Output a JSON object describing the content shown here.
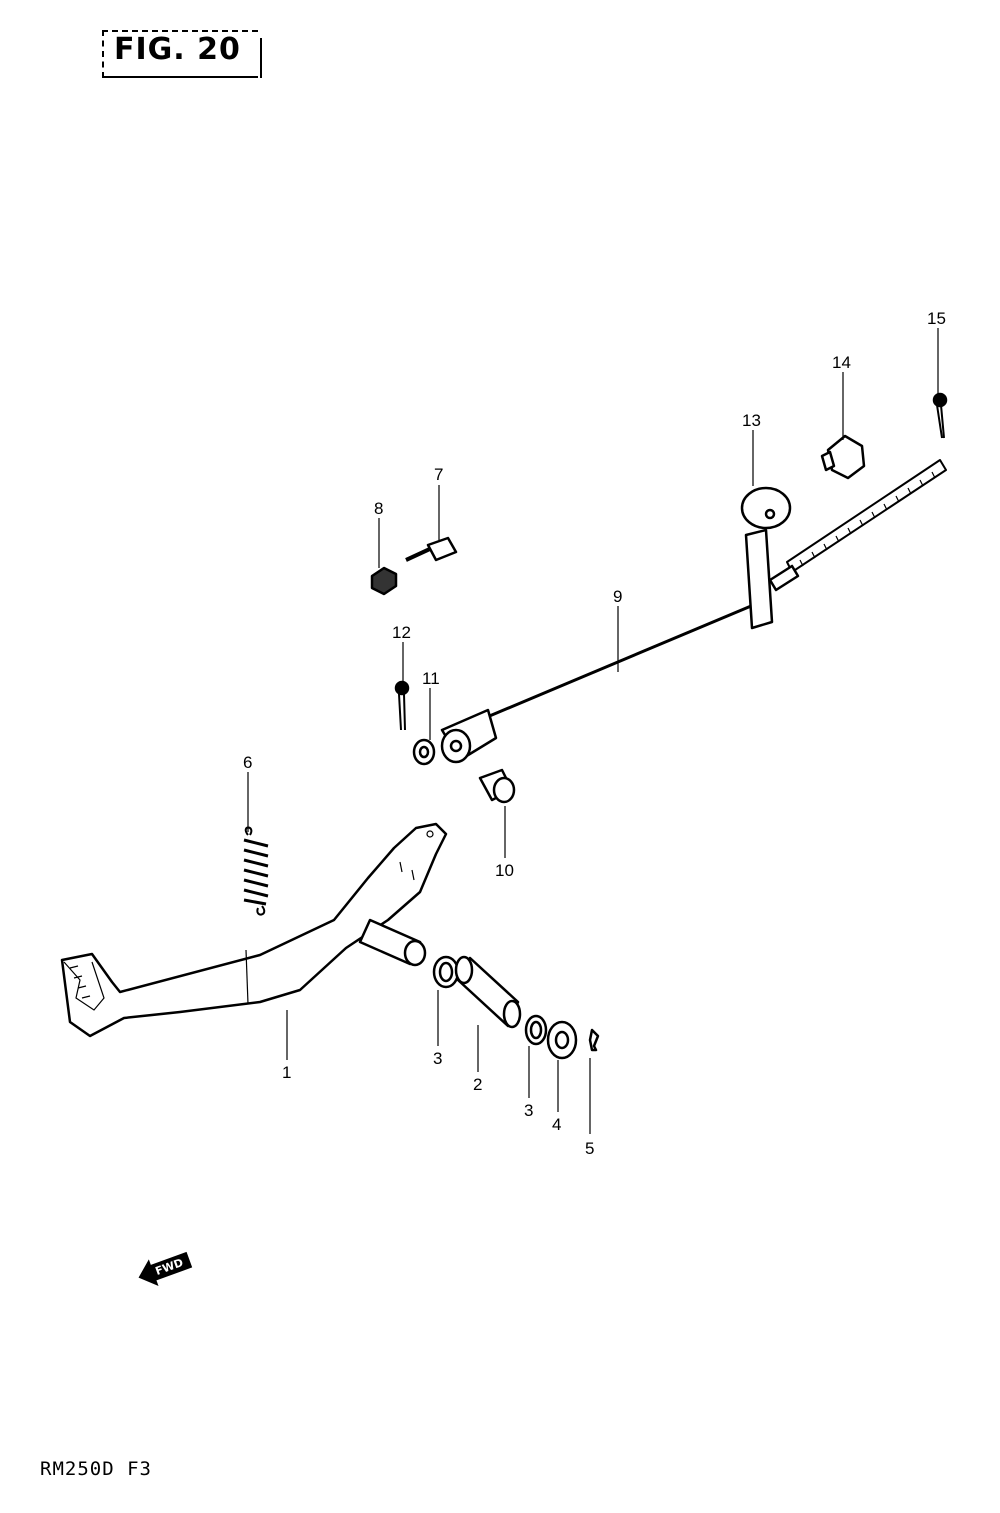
{
  "header": {
    "figure_label": "FIG. 20"
  },
  "footer": {
    "model_code": "RM250D F3"
  },
  "direction_indicator": {
    "text": "FWD"
  },
  "callouts": {
    "c1": "1",
    "c2": "2",
    "c3a": "3",
    "c3b": "3",
    "c4": "4",
    "c5": "5",
    "c6": "6",
    "c7": "7",
    "c8": "8",
    "c9": "9",
    "c10": "10",
    "c11": "11",
    "c12": "12",
    "c13": "13",
    "c14": "14",
    "c15": "15"
  }
}
